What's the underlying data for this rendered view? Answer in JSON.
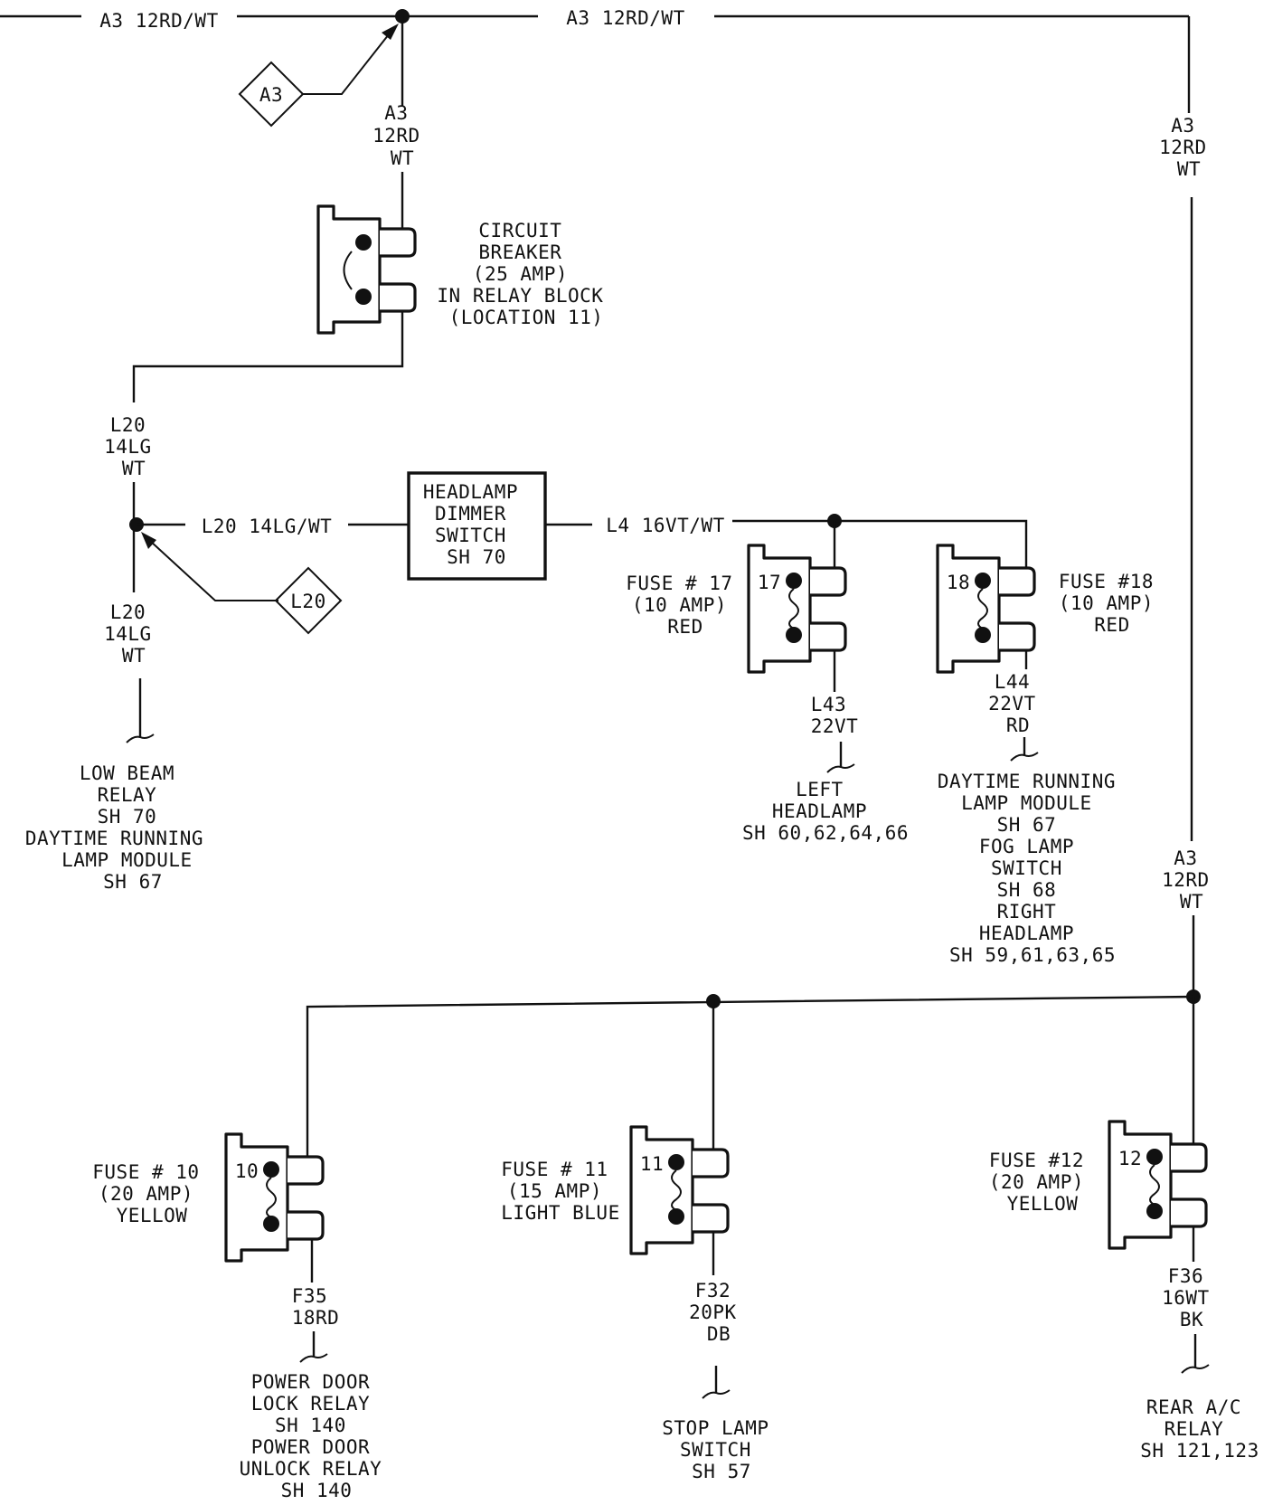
{
  "wires": {
    "a3_top_left": "A3 12RD/WT",
    "a3_top_right": "A3 12RD/WT",
    "a3_down_cb": [
      "A3",
      "12RD",
      "WT"
    ],
    "a3_right_upper": [
      "A3",
      "12RD",
      "WT"
    ],
    "a3_right_lower": [
      "A3",
      "12RD",
      "WT"
    ],
    "l20_upper": [
      "L20",
      "14LG",
      "WT"
    ],
    "l20_lower": [
      "L20",
      "14LG",
      "WT"
    ],
    "l20_horizontal": "L20 14LG/WT",
    "l4_horizontal": "L4 16VT/WT",
    "l43": [
      "L43",
      "22VT"
    ],
    "l44": [
      "L44",
      "22VT",
      "RD"
    ],
    "f35": [
      "F35",
      "18RD"
    ],
    "f32": [
      "F32",
      "20PK",
      "DB"
    ],
    "f36": [
      "F36",
      "16WT",
      "BK"
    ]
  },
  "splice_markers": {
    "a3": "A3",
    "l20": "L20"
  },
  "components": {
    "circuit_breaker": [
      "CIRCUIT",
      "BREAKER",
      "(25 AMP)",
      "IN RELAY BLOCK",
      "(LOCATION 11)"
    ],
    "dimmer_switch": [
      "HEADLAMP",
      "DIMMER",
      "SWITCH",
      "SH 70"
    ],
    "fuse17": {
      "num": "17",
      "label": [
        "FUSE # 17",
        "(10 AMP)",
        "RED"
      ]
    },
    "fuse18": {
      "num": "18",
      "label": [
        "FUSE #18",
        "(10 AMP)",
        "RED"
      ]
    },
    "fuse10": {
      "num": "10",
      "label": [
        "FUSE # 10",
        "(20 AMP)",
        "YELLOW"
      ]
    },
    "fuse11": {
      "num": "11",
      "label": [
        "FUSE # 11",
        "(15 AMP)",
        "LIGHT BLUE"
      ]
    },
    "fuse12": {
      "num": "12",
      "label": [
        "FUSE #12",
        "(20 AMP)",
        "YELLOW"
      ]
    }
  },
  "destinations": {
    "low_beam": [
      "LOW BEAM",
      "RELAY",
      "SH 70",
      "DAYTIME RUNNING",
      "LAMP MODULE",
      "SH 67"
    ],
    "left_headlamp": [
      "LEFT",
      "HEADLAMP",
      "SH 60,62,64,66"
    ],
    "drl_module": [
      "DAYTIME RUNNING",
      "LAMP MODULE",
      "SH 67",
      "FOG LAMP",
      "SWITCH",
      "SH 68",
      "RIGHT",
      "HEADLAMP",
      "SH 59,61,63,65"
    ],
    "power_door": [
      "POWER DOOR",
      "LOCK RELAY",
      "SH 140",
      "POWER DOOR",
      "UNLOCK RELAY",
      "SH 140"
    ],
    "stop_lamp": [
      "STOP LAMP",
      "SWITCH",
      "SH 57"
    ],
    "rear_ac": [
      "REAR A/C",
      "RELAY",
      "SH 121,123"
    ]
  }
}
